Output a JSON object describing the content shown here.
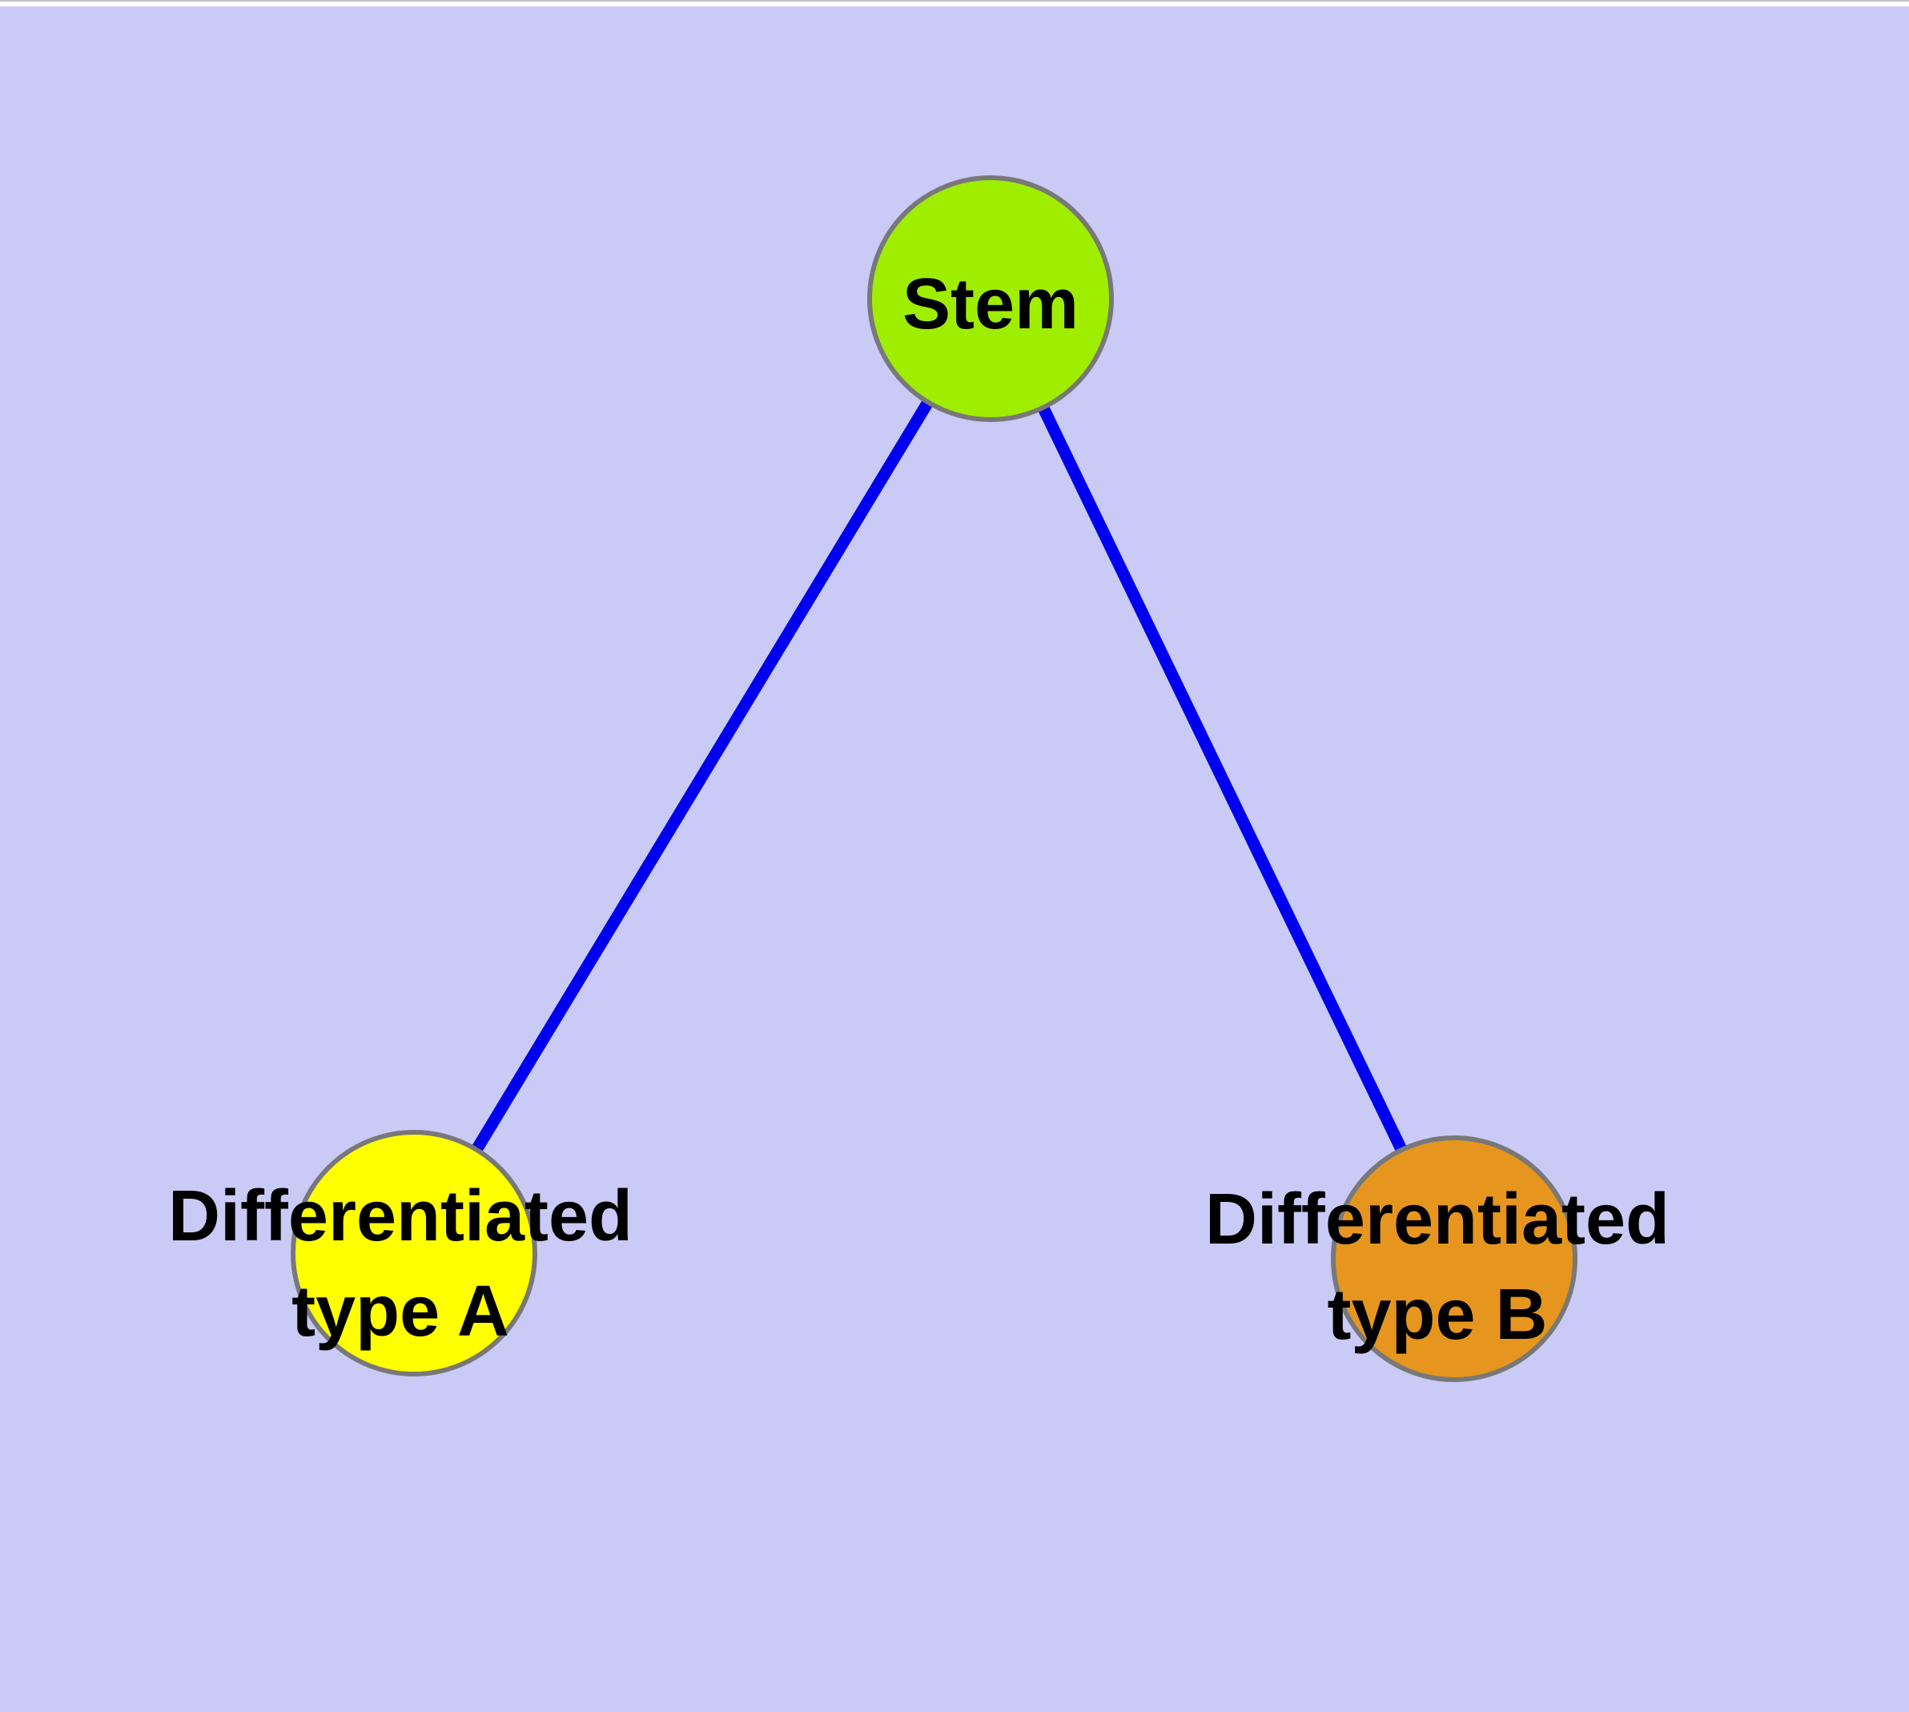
{
  "diagram": {
    "background_color": "#CACAF7",
    "top_strip_color": "#FFFFFF",
    "top_hairline_color": "#C4C4C4",
    "edge_color": "#0000F0",
    "node_border_color": "#787878",
    "label_color": "#000000",
    "nodes": {
      "stem": {
        "label": "Stem",
        "fill": "#9FEE00"
      },
      "type_a": {
        "lines": [
          "Differentiated",
          "type A"
        ],
        "fill": "#FFFF00"
      },
      "type_b": {
        "lines": [
          "Differentiated",
          "type B"
        ],
        "fill": "#E6961E"
      }
    },
    "edges": [
      {
        "from": "Stem",
        "to": "Differentiated type A"
      },
      {
        "from": "Stem",
        "to": "Differentiated type B"
      }
    ]
  }
}
